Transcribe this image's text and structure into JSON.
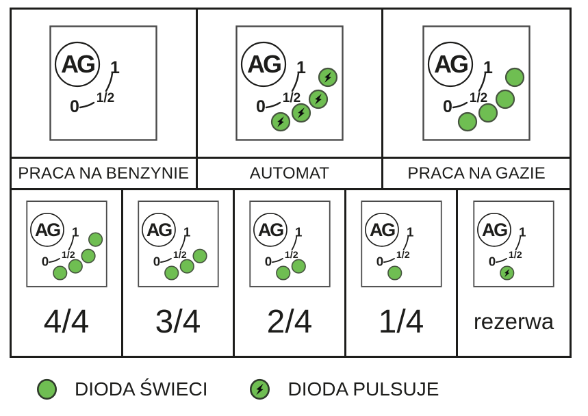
{
  "colors": {
    "led": "#6fbe52",
    "led_outline": "#46543f",
    "line": "#1d1d1b",
    "panel_border": "#4b4b4b",
    "bolt": "#0d0d0d"
  },
  "panel": {
    "logo": "AG",
    "scale": [
      "0",
      "1/2",
      "1"
    ]
  },
  "modes": [
    {
      "caption": "PRACA NA BENZYNIE",
      "leds": 0,
      "led_type": "none"
    },
    {
      "caption": "AUTOMAT",
      "leds": 4,
      "led_type": "pulse"
    },
    {
      "caption": "PRACA NA GAZIE",
      "leds": 4,
      "led_type": "solid"
    }
  ],
  "levels": [
    {
      "caption": "4/4",
      "leds": 4,
      "led_type": "solid"
    },
    {
      "caption": "3/4",
      "leds": 3,
      "led_type": "solid"
    },
    {
      "caption": "2/4",
      "leds": 2,
      "led_type": "solid"
    },
    {
      "caption": "1/4",
      "leds": 1,
      "led_type": "solid"
    },
    {
      "caption": "rezerwa",
      "leds": 1,
      "led_type": "pulse"
    }
  ],
  "legend": [
    {
      "icon": "led-solid",
      "label": "DIODA ŚWIECI"
    },
    {
      "icon": "led-pulse",
      "label": "DIODA PULSUJE"
    }
  ]
}
